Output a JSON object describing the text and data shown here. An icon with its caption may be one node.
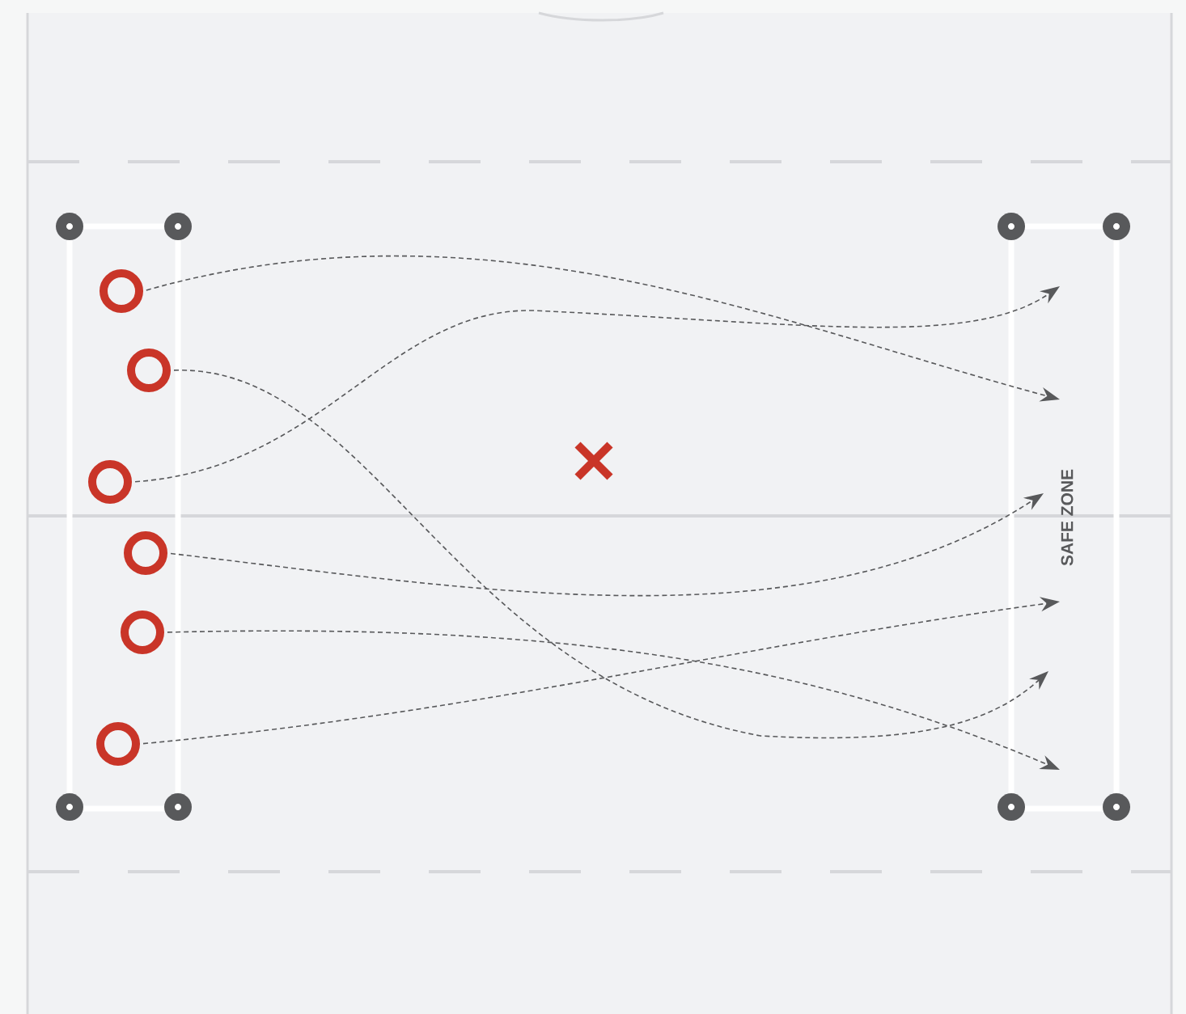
{
  "diagram": {
    "nodes": [
      {
        "text": [],
        "shape": "box"
      },
      {
        "text": [],
        "shape": "circle",
        "in": 0
      },
      {
        "text": [],
        "shape": "circle",
        "in": 0
      },
      {
        "text": [],
        "shape": "circle",
        "in": 0
      },
      {
        "text": [],
        "shape": "circle",
        "in": 0
      },
      {
        "text": [],
        "shape": "circle",
        "in": 0
      },
      {
        "text": [],
        "shape": "circle",
        "in": 0
      },
      {
        "text": [
          "SAFE ZONE"
        ]
      }
    ],
    "edges": [
      {
        "from": 1,
        "to": 7,
        "arrow": "to"
      },
      {
        "from": 2,
        "to": 7,
        "arrow": "to"
      },
      {
        "from": 3,
        "to": 7,
        "arrow": "to"
      },
      {
        "from": 4,
        "to": 7,
        "arrow": "to"
      },
      {
        "from": 5,
        "to": 7,
        "arrow": "to"
      },
      {
        "from": 6,
        "to": 7,
        "arrow": "to"
      }
    ]
  }
}
